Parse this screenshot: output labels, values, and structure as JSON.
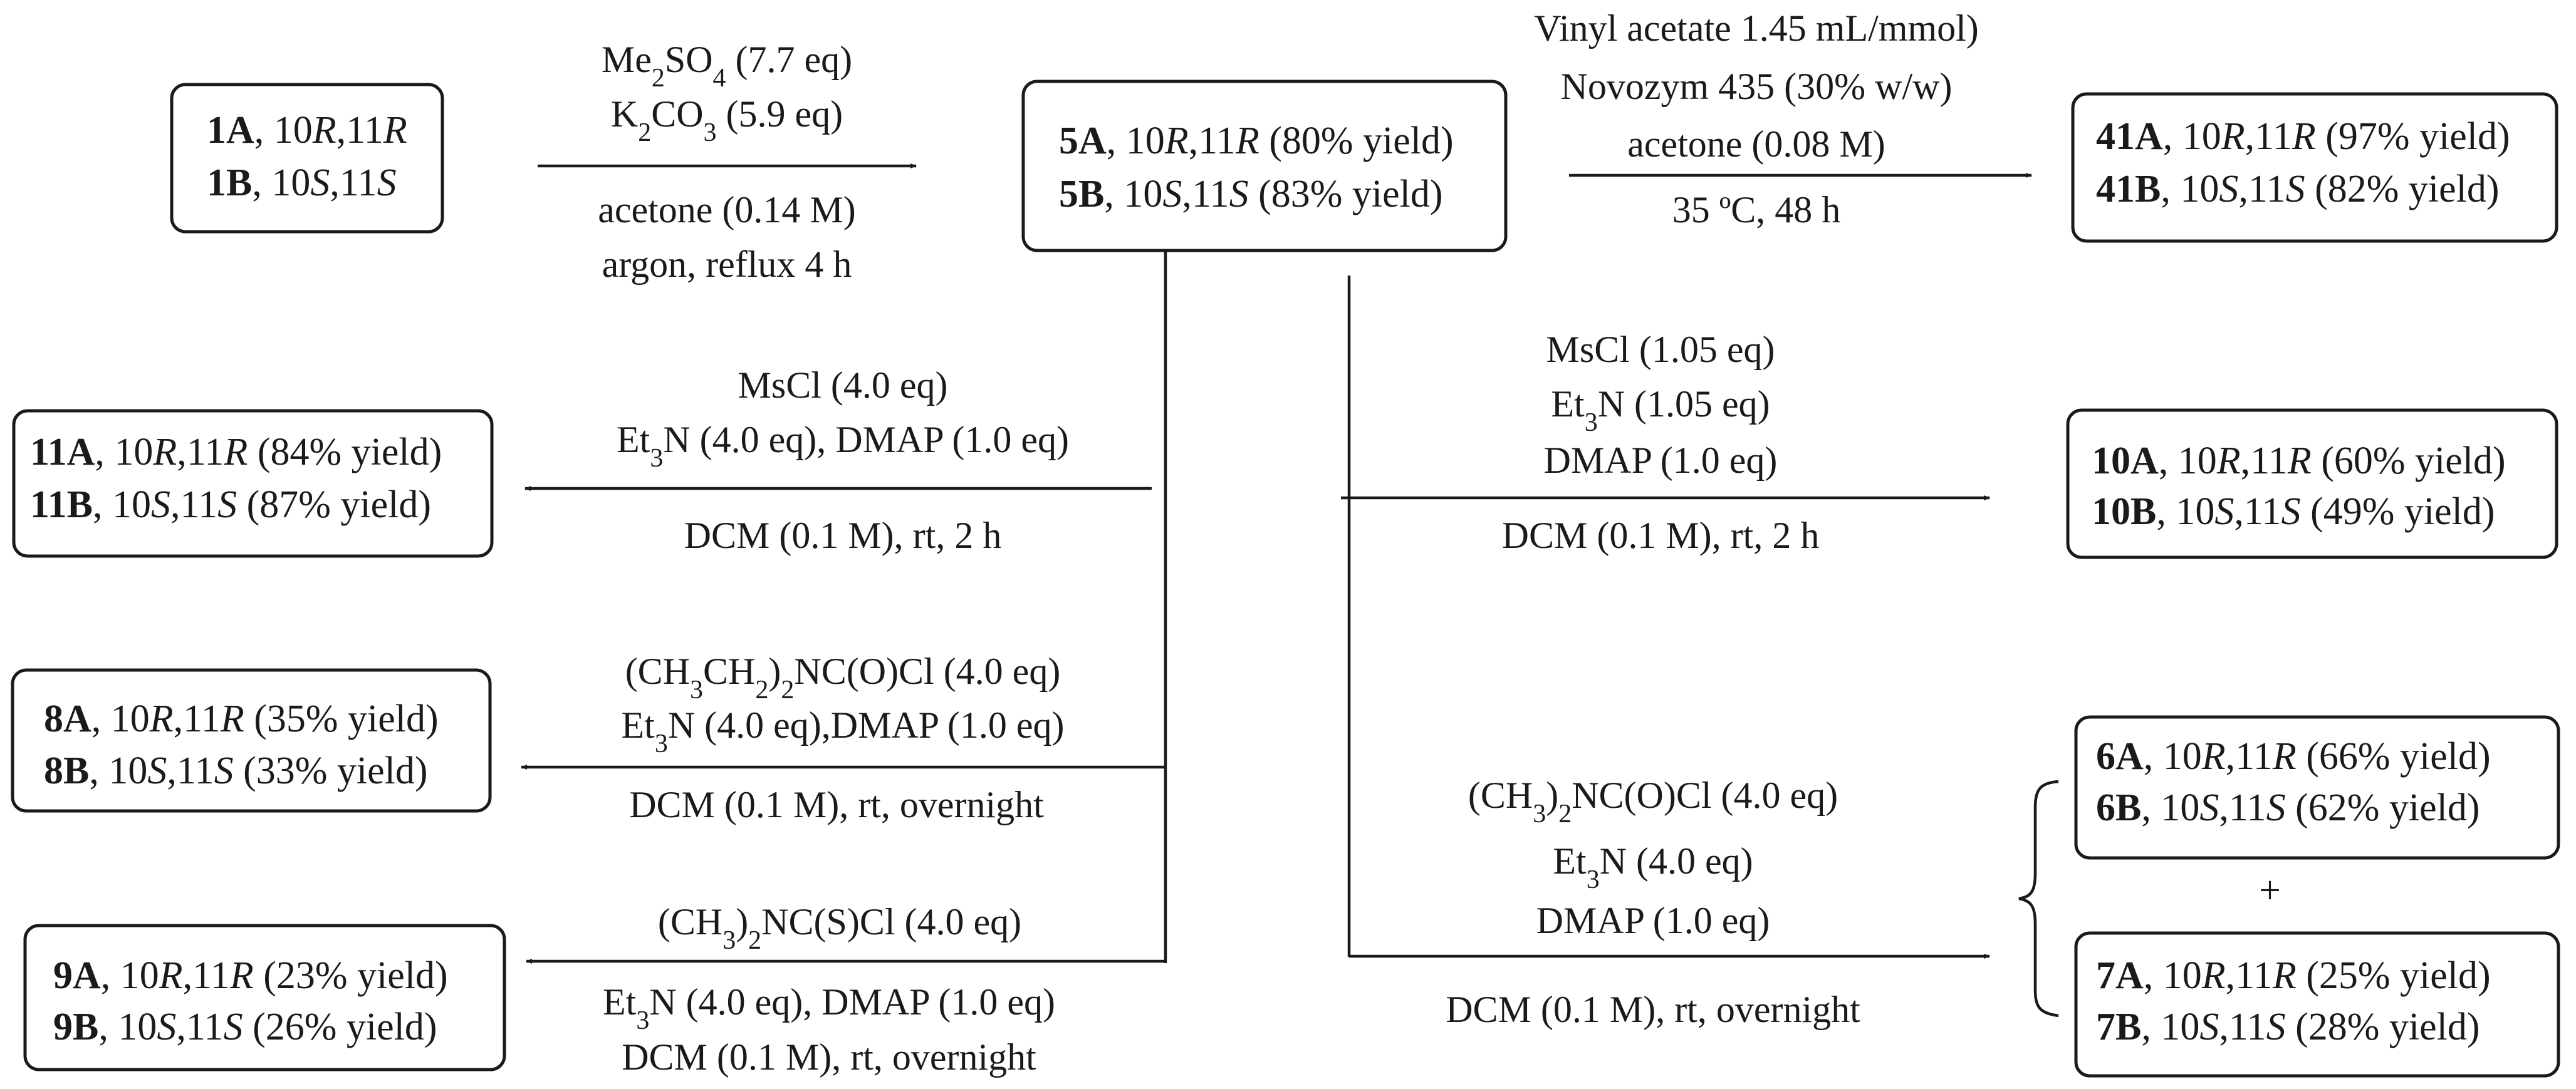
{
  "compounds": {
    "c1": {
      "a": {
        "id": "1A",
        "c1": "10",
        "c2": "11",
        "cfg": "R",
        "yield": ""
      },
      "b": {
        "id": "1B",
        "c1": "10",
        "c2": "11",
        "cfg": "S",
        "yield": ""
      }
    },
    "c5": {
      "a": {
        "id": "5A",
        "c1": "10",
        "c2": "11",
        "cfg": "R",
        "yield": " (80% yield)"
      },
      "b": {
        "id": "5B",
        "c1": "10",
        "c2": "11",
        "cfg": "S",
        "yield": " (83% yield)"
      }
    },
    "c41": {
      "a": {
        "id": "41A",
        "c1": "10",
        "c2": "11",
        "cfg": "R",
        "yield": " (97% yield)"
      },
      "b": {
        "id": "41B",
        "c1": "10",
        "c2": "11",
        "cfg": "S",
        "yield": " (82% yield)"
      }
    },
    "c11": {
      "a": {
        "id": "11A",
        "c1": "10",
        "c2": "11",
        "cfg": "R",
        "yield": " (84% yield)"
      },
      "b": {
        "id": "11B",
        "c1": "10",
        "c2": "11",
        "cfg": "S",
        "yield": " (87% yield)"
      }
    },
    "c10": {
      "a": {
        "id": "10A",
        "c1": "10",
        "c2": "11",
        "cfg": "R",
        "yield": " (60% yield)"
      },
      "b": {
        "id": "10B",
        "c1": "10",
        "c2": "11",
        "cfg": "S",
        "yield": " (49% yield)"
      }
    },
    "c8": {
      "a": {
        "id": "8A",
        "c1": "10",
        "c2": "11",
        "cfg": "R",
        "yield": " (35% yield)"
      },
      "b": {
        "id": "8B",
        "c1": "10",
        "c2": "11",
        "cfg": "S",
        "yield": " (33% yield)"
      }
    },
    "c6": {
      "a": {
        "id": "6A",
        "c1": "10",
        "c2": "11",
        "cfg": "R",
        "yield": " (66% yield)"
      },
      "b": {
        "id": "6B",
        "c1": "10",
        "c2": "11",
        "cfg": "S",
        "yield": " (62% yield)"
      }
    },
    "c7": {
      "a": {
        "id": "7A",
        "c1": "10",
        "c2": "11",
        "cfg": "R",
        "yield": " (25% yield)"
      },
      "b": {
        "id": "7B",
        "c1": "10",
        "c2": "11",
        "cfg": "S",
        "yield": " (28% yield)"
      }
    },
    "c9": {
      "a": {
        "id": "9A",
        "c1": "10",
        "c2": "11",
        "cfg": "R",
        "yield": " (23% yield)"
      },
      "b": {
        "id": "9B",
        "c1": "10",
        "c2": "11",
        "cfg": "S",
        "yield": " (26% yield)"
      }
    }
  },
  "conditions": {
    "step1": {
      "l1": {
        "a": "Me",
        "sub": "2",
        "b": "SO",
        "sub2": "4",
        "c": " (7.7 eq)"
      },
      "l2": {
        "a": "K",
        "sub": "2",
        "b": "CO",
        "sub2": "3",
        "c": " (5.9 eq)"
      },
      "l3": "acetone (0.14 M)",
      "l4": "argon, reflux 4 h"
    },
    "step41": {
      "l1": "Vinyl acetate 1.45 mL/mmol)",
      "l2": "Novozym 435 (30% w/w)",
      "l3": "acetone (0.08 M)",
      "l4": "35 ºC, 48 h"
    },
    "step11": {
      "l1": "MsCl (4.0 eq)",
      "l2": {
        "a": "Et",
        "sub": "3",
        "b": "N (4.0 eq), DMAP (1.0 eq)"
      },
      "l3": "DCM (0.1 M), rt, 2 h"
    },
    "step10": {
      "l1": "MsCl (1.05 eq)",
      "l2": {
        "a": "Et",
        "sub": "3",
        "b": "N (1.05 eq)"
      },
      "l3": "DMAP (1.0 eq)",
      "l4": "DCM (0.1 M), rt, 2 h"
    },
    "step8": {
      "l1": {
        "a": "(CH",
        "sub": "3",
        "b": "CH",
        "sub2": "2",
        "c": ")",
        "sub3": "2",
        "d": "NC(O)Cl (4.0 eq)"
      },
      "l2": {
        "a": "Et",
        "sub": "3",
        "b": "N (4.0 eq),DMAP (1.0 eq)"
      },
      "l3": "DCM (0.1 M), rt, overnight"
    },
    "step67": {
      "l1": {
        "a": "(CH",
        "sub": "3",
        "b": ")",
        "sub2": "2",
        "c": "NC(O)Cl (4.0 eq)"
      },
      "l2": {
        "a": "Et",
        "sub": "3",
        "b": "N (4.0 eq)"
      },
      "l3": "DMAP (1.0 eq)",
      "l4": "DCM (0.1 M), rt, overnight"
    },
    "step9": {
      "l1": {
        "a": "(CH",
        "sub": "3",
        "b": ")",
        "sub2": "2",
        "c": "NC(S)Cl (4.0 eq)"
      },
      "l2": {
        "a": "Et",
        "sub": "3",
        "b": "N (4.0 eq), DMAP (1.0 eq)"
      },
      "l3": "DCM (0.1 M), rt, overnight"
    }
  },
  "plus": "+"
}
